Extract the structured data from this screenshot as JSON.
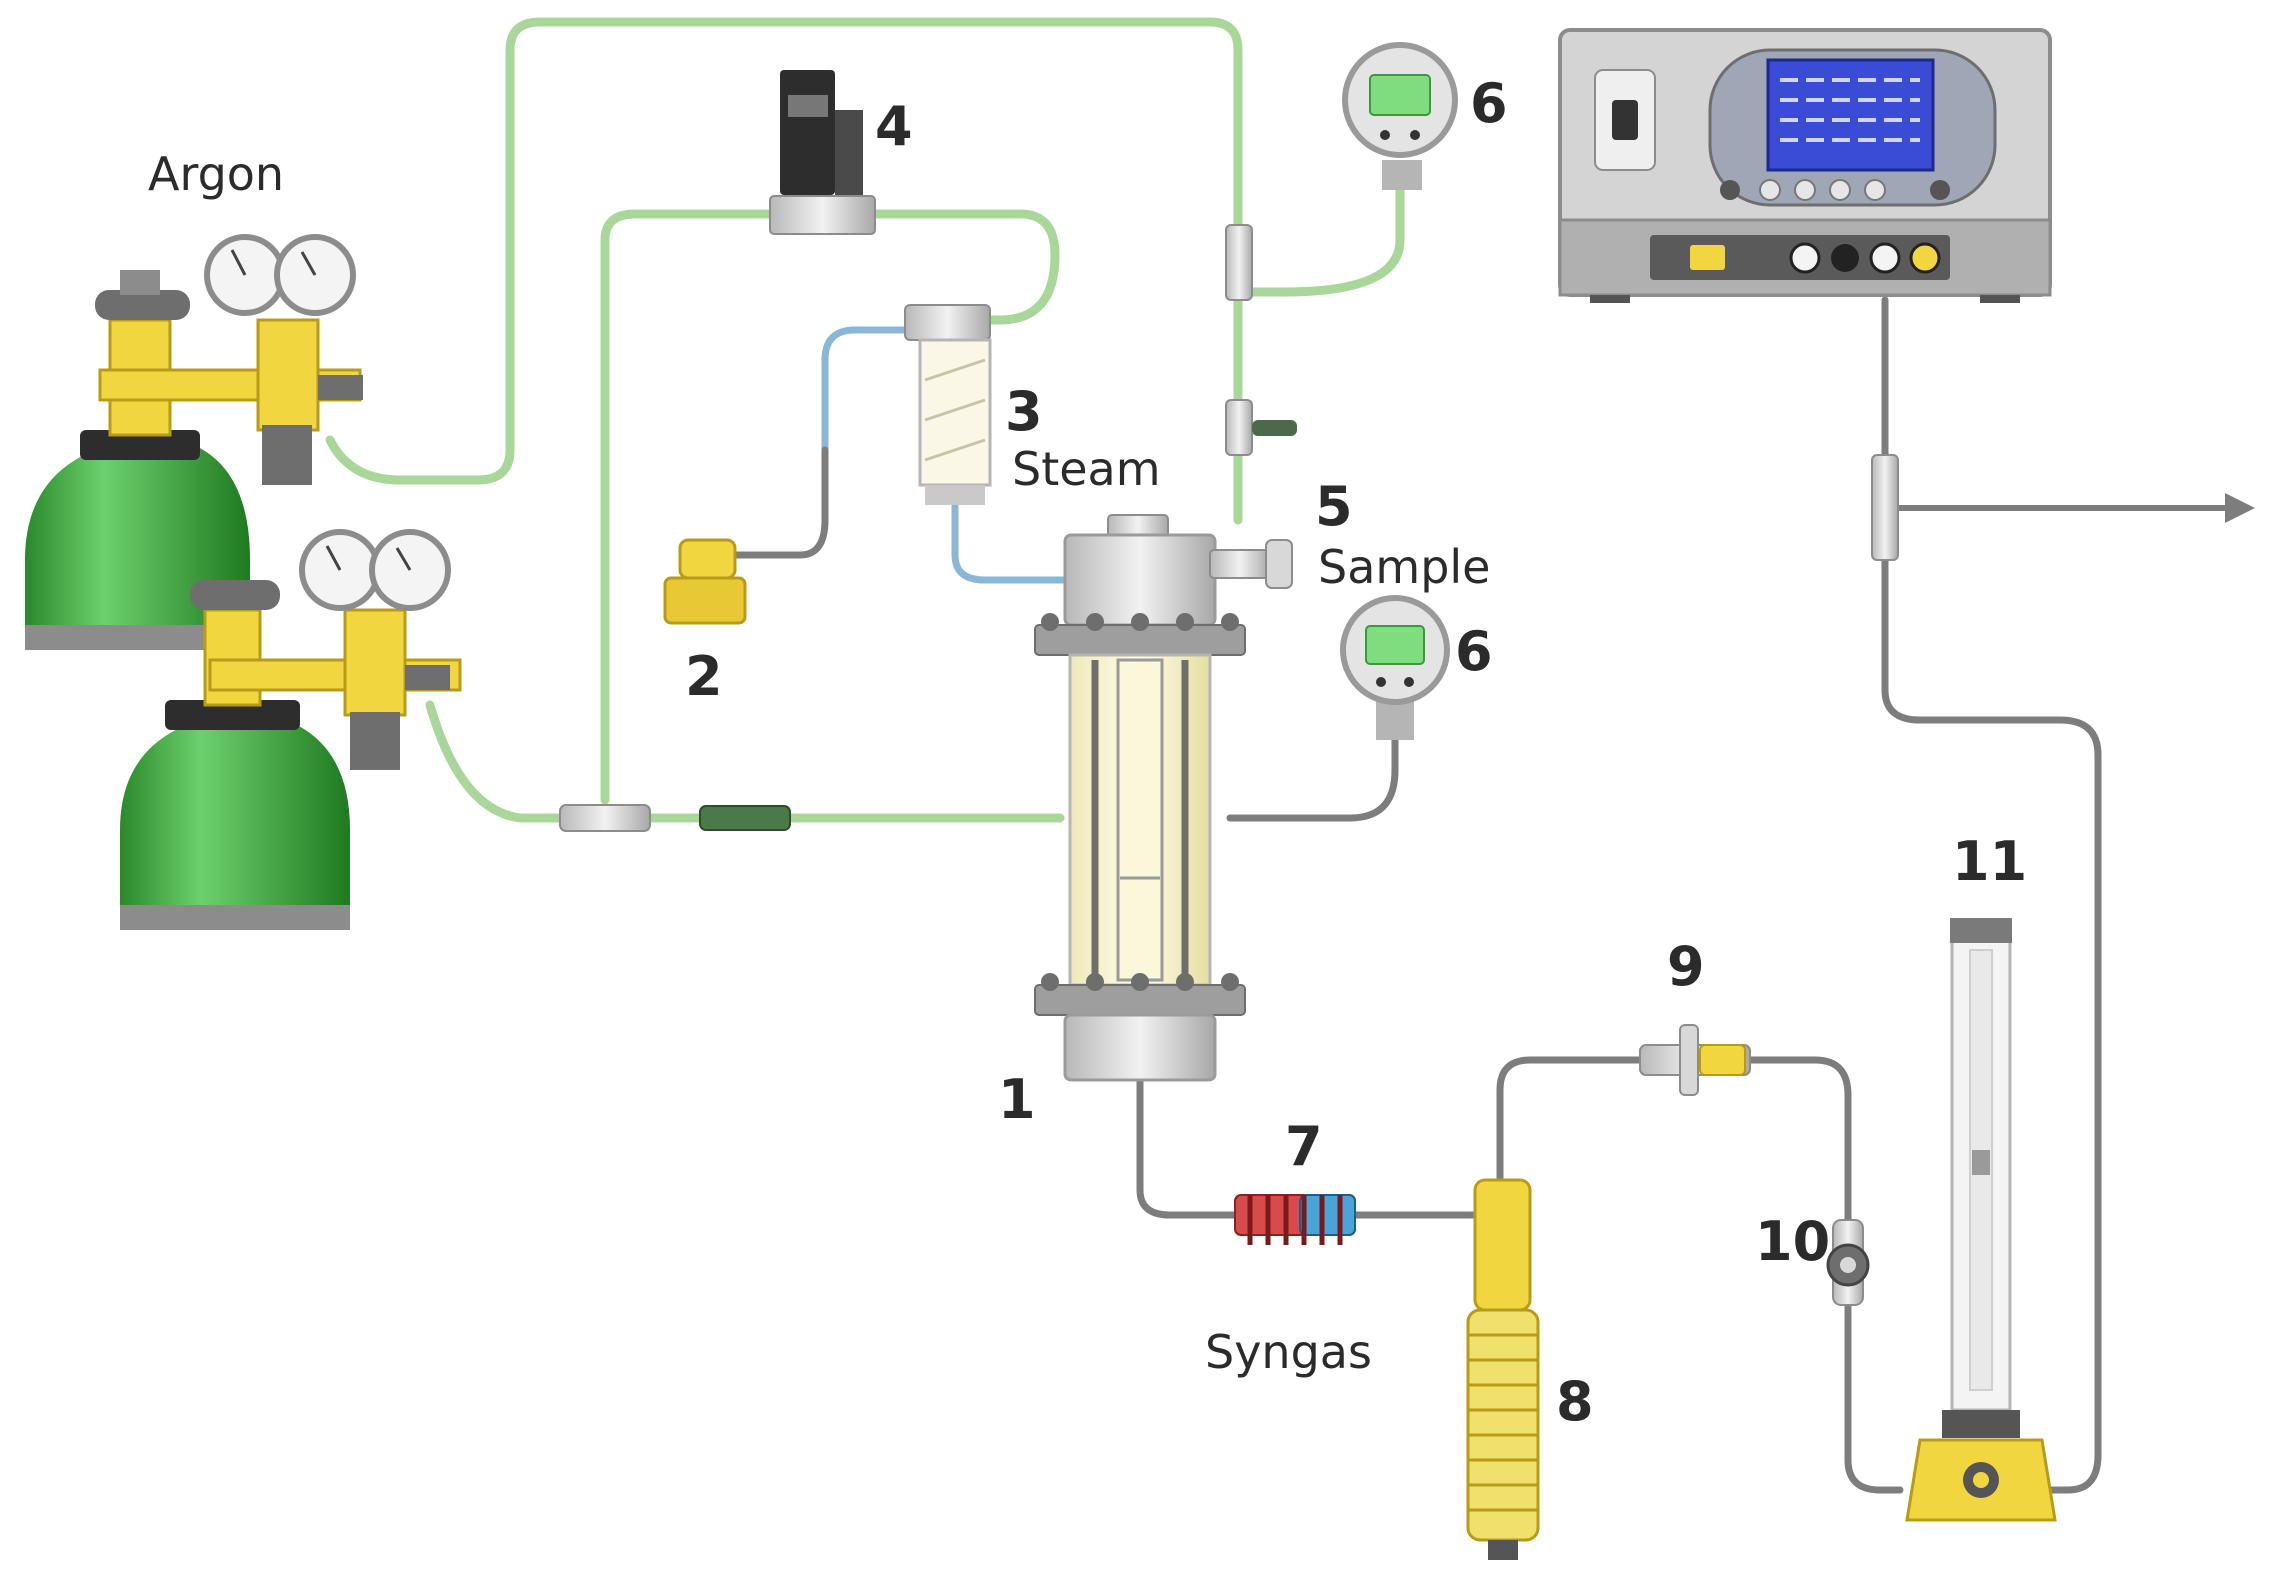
{
  "labels": {
    "argon": "Argon",
    "steam": "Steam",
    "sample": "Sample",
    "syngas": "Syngas",
    "n1": "1",
    "n2": "2",
    "n3": "3",
    "n4": "4",
    "n5": "5",
    "n6a": "6",
    "n6b": "6",
    "n7": "7",
    "n8": "8",
    "n9": "9",
    "n10": "10",
    "n11": "11"
  },
  "colors": {
    "green_line": "#a9d79a",
    "gray_line": "#7d7d7d",
    "blue_line": "#8ab7d8",
    "cylinder_green": "#3fae3f",
    "brass": "#f2d640",
    "instrument_gray": "#c9c9c9"
  },
  "icons": {
    "cylinder": "gas-cylinder-icon",
    "regulator": "pressure-regulator-icon",
    "gauge": "digital-pressure-gauge-icon",
    "reactor": "reactor-column-icon",
    "analyzer": "gas-analyzer-icon",
    "flowmeter": "rotameter-icon"
  }
}
